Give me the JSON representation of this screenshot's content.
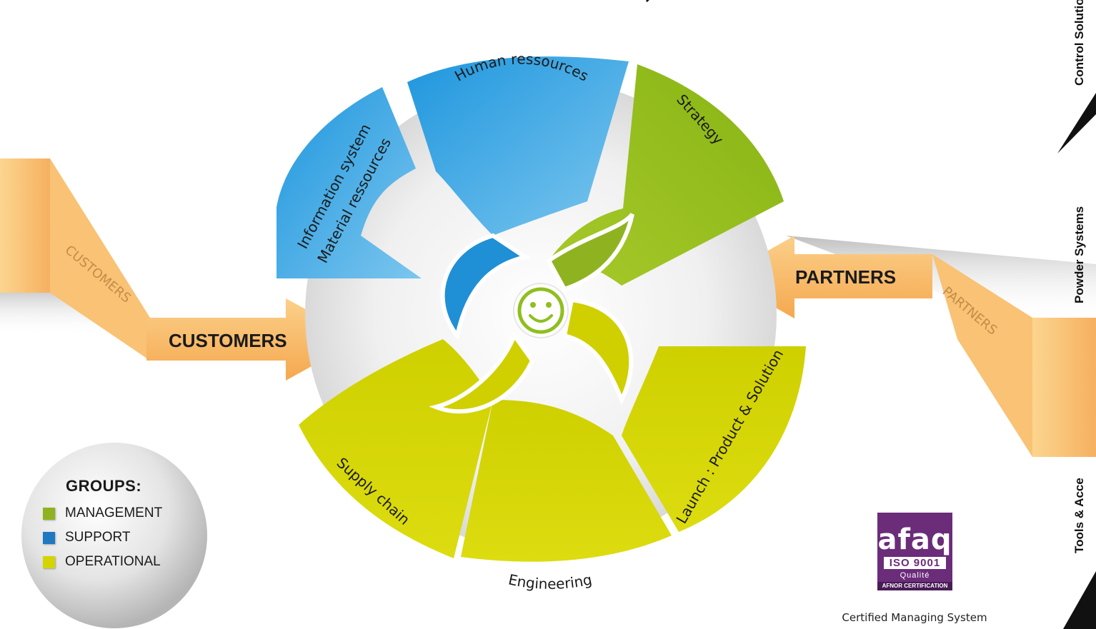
{
  "title": "Customer Satisfaction",
  "segments": {
    "human": "Human ressources",
    "strategy": "Strategy",
    "info_line1": "Information system",
    "info_line2": "Material ressources",
    "launch": "Launch : Product & Solution",
    "engineering": "Engineering",
    "supply": "Supply chain"
  },
  "arrows": {
    "left": "CUSTOMERS",
    "left_ghost": "CUSTOMERS",
    "right": "PARTNERS",
    "right_ghost": "PARTNERS"
  },
  "legend": {
    "title": "GROUPS:",
    "items": [
      {
        "label": "MANAGEMENT",
        "color": "#8fb320"
      },
      {
        "label": "SUPPORT",
        "color": "#1f78c1"
      },
      {
        "label": "OPERATIONAL",
        "color": "#d4d400"
      }
    ]
  },
  "side_tabs": [
    "Control Solutions",
    "Powder Systems",
    "Tools & Acce"
  ],
  "certification": {
    "brand": "afaq",
    "iso": "ISO 9001",
    "quality": "Qualité",
    "issuer": "AFNOR CERTIFICATION",
    "caption": "Certified Managing System"
  },
  "colors": {
    "management": "#8fb320",
    "support": "#2b9be0",
    "operational": "#d6d400",
    "arrow": "#f7b765"
  }
}
